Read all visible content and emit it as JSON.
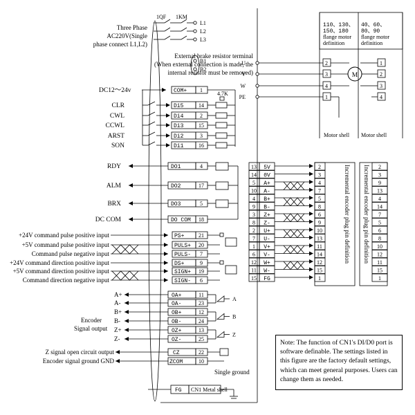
{
  "power": {
    "qf_label": "1QF",
    "km_label": "1KM",
    "three_phase": "Three Phase",
    "ac220": "AC220V(Single",
    "phase_connect": "phase connect L1,L2)",
    "terminals": [
      "L1",
      "L2",
      "L3"
    ]
  },
  "brake": {
    "line1": "External brake resistor terminal",
    "line2": "(When external connection is made, the",
    "line3": "internal resistor must be removed)",
    "terminals": [
      "B1",
      "B2"
    ]
  },
  "dc_supply": "DC12～24v",
  "resistor_value": "4.7K",
  "di_inputs": [
    {
      "label": "",
      "name": "COM+",
      "pin": "1"
    },
    {
      "label": "CLR",
      "name": "Di5",
      "pin": "14"
    },
    {
      "label": "CWL",
      "name": "Di4",
      "pin": "2"
    },
    {
      "label": "CCWL",
      "name": "Di3",
      "pin": "15"
    },
    {
      "label": "ARST",
      "name": "Di2",
      "pin": "3"
    },
    {
      "label": "SON",
      "name": "Di1",
      "pin": "16"
    }
  ],
  "do_outputs": [
    {
      "label": "RDY",
      "name": "DO1",
      "pin": "4"
    },
    {
      "label": "ALM",
      "name": "DO2",
      "pin": "17"
    },
    {
      "label": "BRX",
      "name": "DO3",
      "pin": "5"
    },
    {
      "label": "DC COM",
      "name": "DO COM",
      "pin": "18"
    }
  ],
  "pulse_inputs": [
    {
      "label": "+24V command pulse positive input",
      "name": "PS+",
      "pin": "21"
    },
    {
      "label": "+5V command pulse positive input",
      "name": "PULS+",
      "pin": "20"
    },
    {
      "label": "Command pulse negative input",
      "name": "PULS-",
      "pin": "7"
    },
    {
      "label": "+24V command direction positive input",
      "name": "DS+",
      "pin": "9"
    },
    {
      "label": "+5V command direction positive input",
      "name": "SIGN+",
      "pin": "19"
    },
    {
      "label": "Command direction negative input",
      "name": "SIGN-",
      "pin": "6"
    }
  ],
  "encoder_outputs": [
    {
      "label": "A+",
      "name": "OA+",
      "pin": "11"
    },
    {
      "label": "A-",
      "name": "OA-",
      "pin": "23"
    },
    {
      "label": "B+",
      "name": "OB+",
      "pin": "12"
    },
    {
      "label": "B-",
      "name": "OB-",
      "pin": "24"
    },
    {
      "label": "Z+",
      "name": "OZ+",
      "pin": "13"
    },
    {
      "label": "Z-",
      "name": "OZ-",
      "pin": "25"
    }
  ],
  "encoder_group_label_1": "Encoder",
  "encoder_group_label_2": "Signal output",
  "driver_letters": [
    "A",
    "B",
    "Z"
  ],
  "z_signal": {
    "label": "Z signal open circuit output",
    "name": "CZ",
    "pin": "22"
  },
  "zcom": {
    "label": "Encoder signal ground GND",
    "name": "ZCOM",
    "pin": "10"
  },
  "fg": {
    "name": "FG",
    "shell": "CN1 Metal shell"
  },
  "single_ground": "Single ground",
  "motor_terminals": [
    "U",
    "V",
    "W",
    "PE"
  ],
  "motor_pins_left": [
    "2",
    "3",
    "4",
    "1"
  ],
  "motor_pins_right": [
    "1",
    "2",
    "3",
    "4"
  ],
  "motor_symbol": "M",
  "motor_header_left": [
    "110、130、",
    "150、180",
    "flange motor",
    "definition"
  ],
  "motor_header_right": [
    "40、60、",
    "80、90",
    "flange motor",
    "definition"
  ],
  "motor_shell": "Motor shell",
  "encoder_rows": [
    {
      "num": "13",
      "sig": "5V",
      "m1": "2",
      "m2": "2"
    },
    {
      "num": "14",
      "sig": "0V",
      "m1": "3",
      "m2": "3"
    },
    {
      "num": "5",
      "sig": "A+",
      "m1": "4",
      "m2": "9"
    },
    {
      "num": "10",
      "sig": "A-",
      "m1": "7",
      "m2": "13"
    },
    {
      "num": "4",
      "sig": "B+",
      "m1": "5",
      "m2": "4"
    },
    {
      "num": "9",
      "sig": "B-",
      "m1": "8",
      "m2": "14"
    },
    {
      "num": "3",
      "sig": "Z+",
      "m1": "6",
      "m2": "7"
    },
    {
      "num": "8",
      "sig": "Z-",
      "m1": "9",
      "m2": "5"
    },
    {
      "num": "2",
      "sig": "U+",
      "m1": "10",
      "m2": "6"
    },
    {
      "num": "7",
      "sig": "U-",
      "m1": "13",
      "m2": "8"
    },
    {
      "num": "1",
      "sig": "V+",
      "m1": "11",
      "m2": "10"
    },
    {
      "num": "6",
      "sig": "V-",
      "m1": "14",
      "m2": "12"
    },
    {
      "num": "12",
      "sig": "W+",
      "m1": "12",
      "m2": "11"
    },
    {
      "num": "11",
      "sig": "W-",
      "m1": "15",
      "m2": "15"
    },
    {
      "num": "15",
      "sig": "FG",
      "m1": "1",
      "m2": "1"
    }
  ],
  "encoder_plug_label": "Incremental encoder plug pin definition",
  "note": "Note: The function of CN1's DI/D0 port is software definable. The settings listed in this figure are the factory default settings, which can meet general purposes. Users can change them as needed."
}
